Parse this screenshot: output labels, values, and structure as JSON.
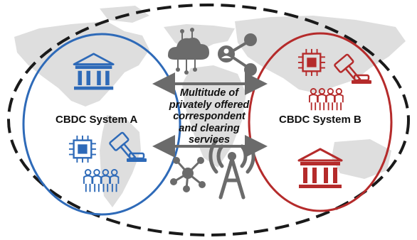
{
  "system_a": {
    "label": "CBDC System A",
    "color": "#2e6ab8"
  },
  "system_b": {
    "label": "CBDC System B",
    "color": "#b52b2b"
  },
  "center": {
    "lines": [
      "Multitude of",
      "privately offered",
      "correspondent",
      "and clearing",
      "services"
    ]
  },
  "colors": {
    "map": "#dedede",
    "icon_gray": "#6b6b6b",
    "dash": "#1a1a1a",
    "arrow": "#6b6b6b"
  },
  "icons": [
    "bank-icon",
    "chip-icon",
    "gavel-icon",
    "people-icon",
    "cloud-icon",
    "share-icon",
    "hub-icon",
    "antenna-icon"
  ]
}
